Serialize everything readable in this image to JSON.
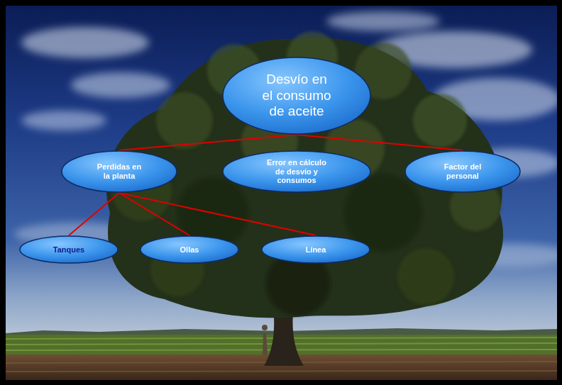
{
  "diagram": {
    "nodes": [
      {
        "text": [
          "Desvío en el consumo de aceite"
        ]
      },
      {
        "text": [
          "Perdidas en la planta"
        ]
      },
      {
        "text": [
          "Error en cálculo de desvío y consumos"
        ]
      },
      {
        "text": [
          "Factor del personal"
        ]
      },
      {
        "text": [
          "Tanques"
        ]
      },
      {
        "text": [
          "Ollas"
        ]
      },
      {
        "text": [
          "Línea"
        ]
      }
    ],
    "edges": [
      {
        "from": 0,
        "to": 1,
        "arrow": "none"
      },
      {
        "from": 0,
        "to": 3,
        "arrow": "none"
      },
      {
        "from": 1,
        "to": 4,
        "arrow": "none"
      },
      {
        "from": 1,
        "to": 5,
        "arrow": "none"
      },
      {
        "from": 1,
        "to": 6,
        "arrow": "none"
      }
    ]
  }
}
